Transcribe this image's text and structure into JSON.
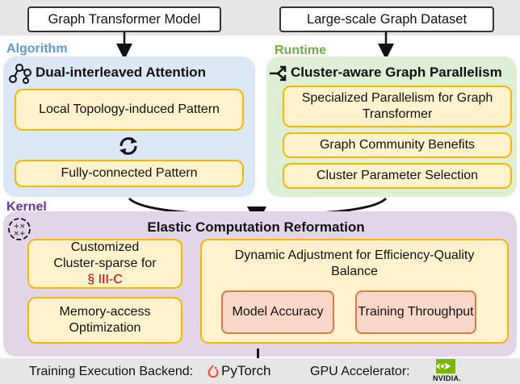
{
  "inputs": {
    "model": "Graph Transformer Model",
    "dataset": "Large-scale Graph Dataset"
  },
  "algorithm": {
    "section": "Algorithm",
    "title": "Dual-interleaved Attention",
    "local_pattern": "Local Topology-induced Pattern",
    "full_pattern": "Fully-connected Pattern"
  },
  "runtime": {
    "section": "Runtime",
    "title": "Cluster-aware Graph Parallelism",
    "items": [
      "Specialized Parallelism for Graph Transformer",
      "Graph Community Benefits",
      "Cluster Parameter Selection"
    ]
  },
  "kernel": {
    "section": "Kernel",
    "title": "Elastic Computation Reformation",
    "cluster_sparse_line1": "Customized",
    "cluster_sparse_line2": "Cluster-sparse for",
    "cluster_sparse_ref": "§ III-C",
    "memory": "Memory-access Optimization",
    "dynamic_title": "Dynamic Adjustment for Efficiency-Quality Balance",
    "model_accuracy": "Model Accuracy",
    "training_throughput": "Training Throughput"
  },
  "backend": {
    "training_label": "Training Execution Backend:",
    "pytorch": "PyTorch",
    "gpu_label": "GPU Accelerator:",
    "nvidia": "NVIDIA."
  },
  "colors": {
    "algorithm_label": "#5b9bd5",
    "runtime_label": "#70ad47",
    "kernel_label": "#7030a0",
    "box_fill": "#fff2cc",
    "box_border": "#f5b700",
    "pytorch": "#ee4c2c",
    "nvidia": "#76b900"
  }
}
